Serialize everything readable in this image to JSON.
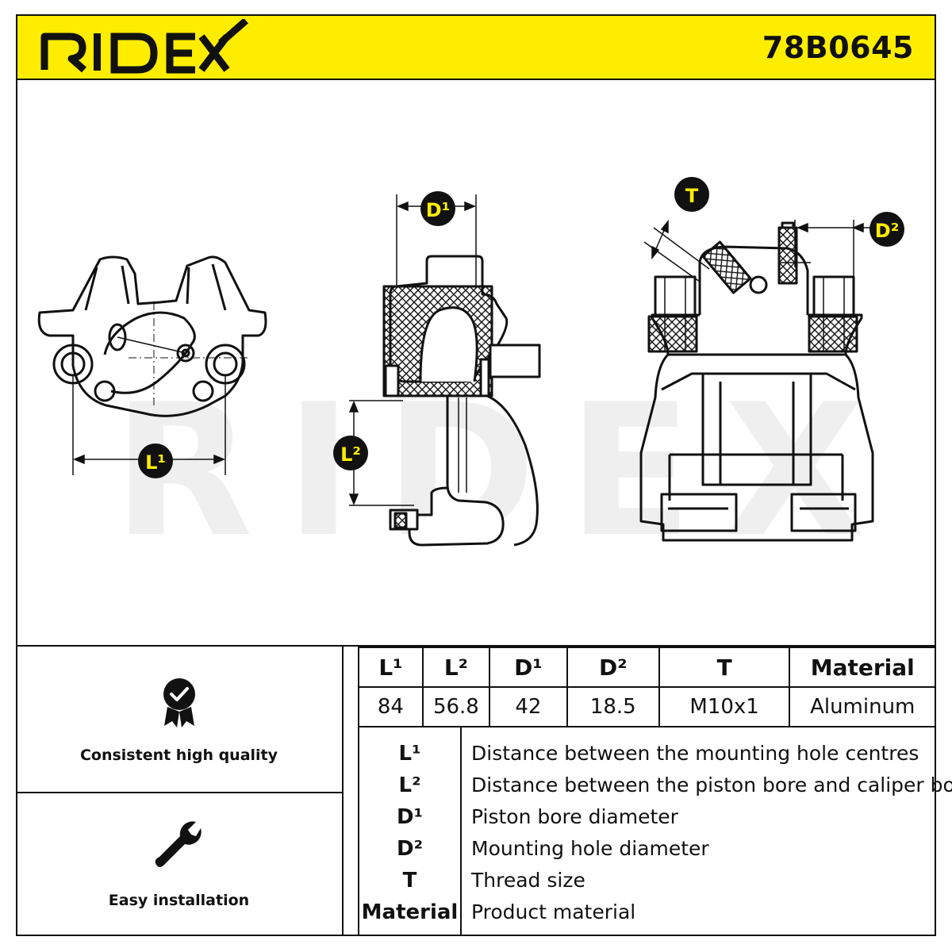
{
  "header": {
    "brand": "RIDEX",
    "part_number": "78B0645",
    "brand_color": "#111111",
    "background_color": "#ffed00"
  },
  "drawing": {
    "watermark": "RIDEX",
    "callouts": {
      "L1": "L¹",
      "L2": "L²",
      "D1": "D¹",
      "D2": "D²",
      "T": "T"
    },
    "callout_fill": "#111111",
    "callout_text_color": "#ffed00"
  },
  "features": [
    {
      "label": "Consistent high quality",
      "icon": "quality-badge-icon"
    },
    {
      "label": "Easy installation",
      "icon": "wrench-icon"
    }
  ],
  "specs": {
    "headers": [
      "L¹",
      "L²",
      "D¹",
      "D²",
      "T",
      "Material"
    ],
    "values": [
      "84",
      "56.8",
      "42",
      "18.5",
      "M10x1",
      "Aluminum"
    ]
  },
  "legend": [
    {
      "symbol": "L¹",
      "description": "Distance between the mounting hole centres"
    },
    {
      "symbol": "L²",
      "description": "Distance between the piston bore and caliper body"
    },
    {
      "symbol": "D¹",
      "description": "Piston bore diameter"
    },
    {
      "symbol": "D²",
      "description": "Mounting hole diameter"
    },
    {
      "symbol": "T",
      "description": "Thread size"
    },
    {
      "symbol": "Material",
      "description": "Product material"
    }
  ]
}
